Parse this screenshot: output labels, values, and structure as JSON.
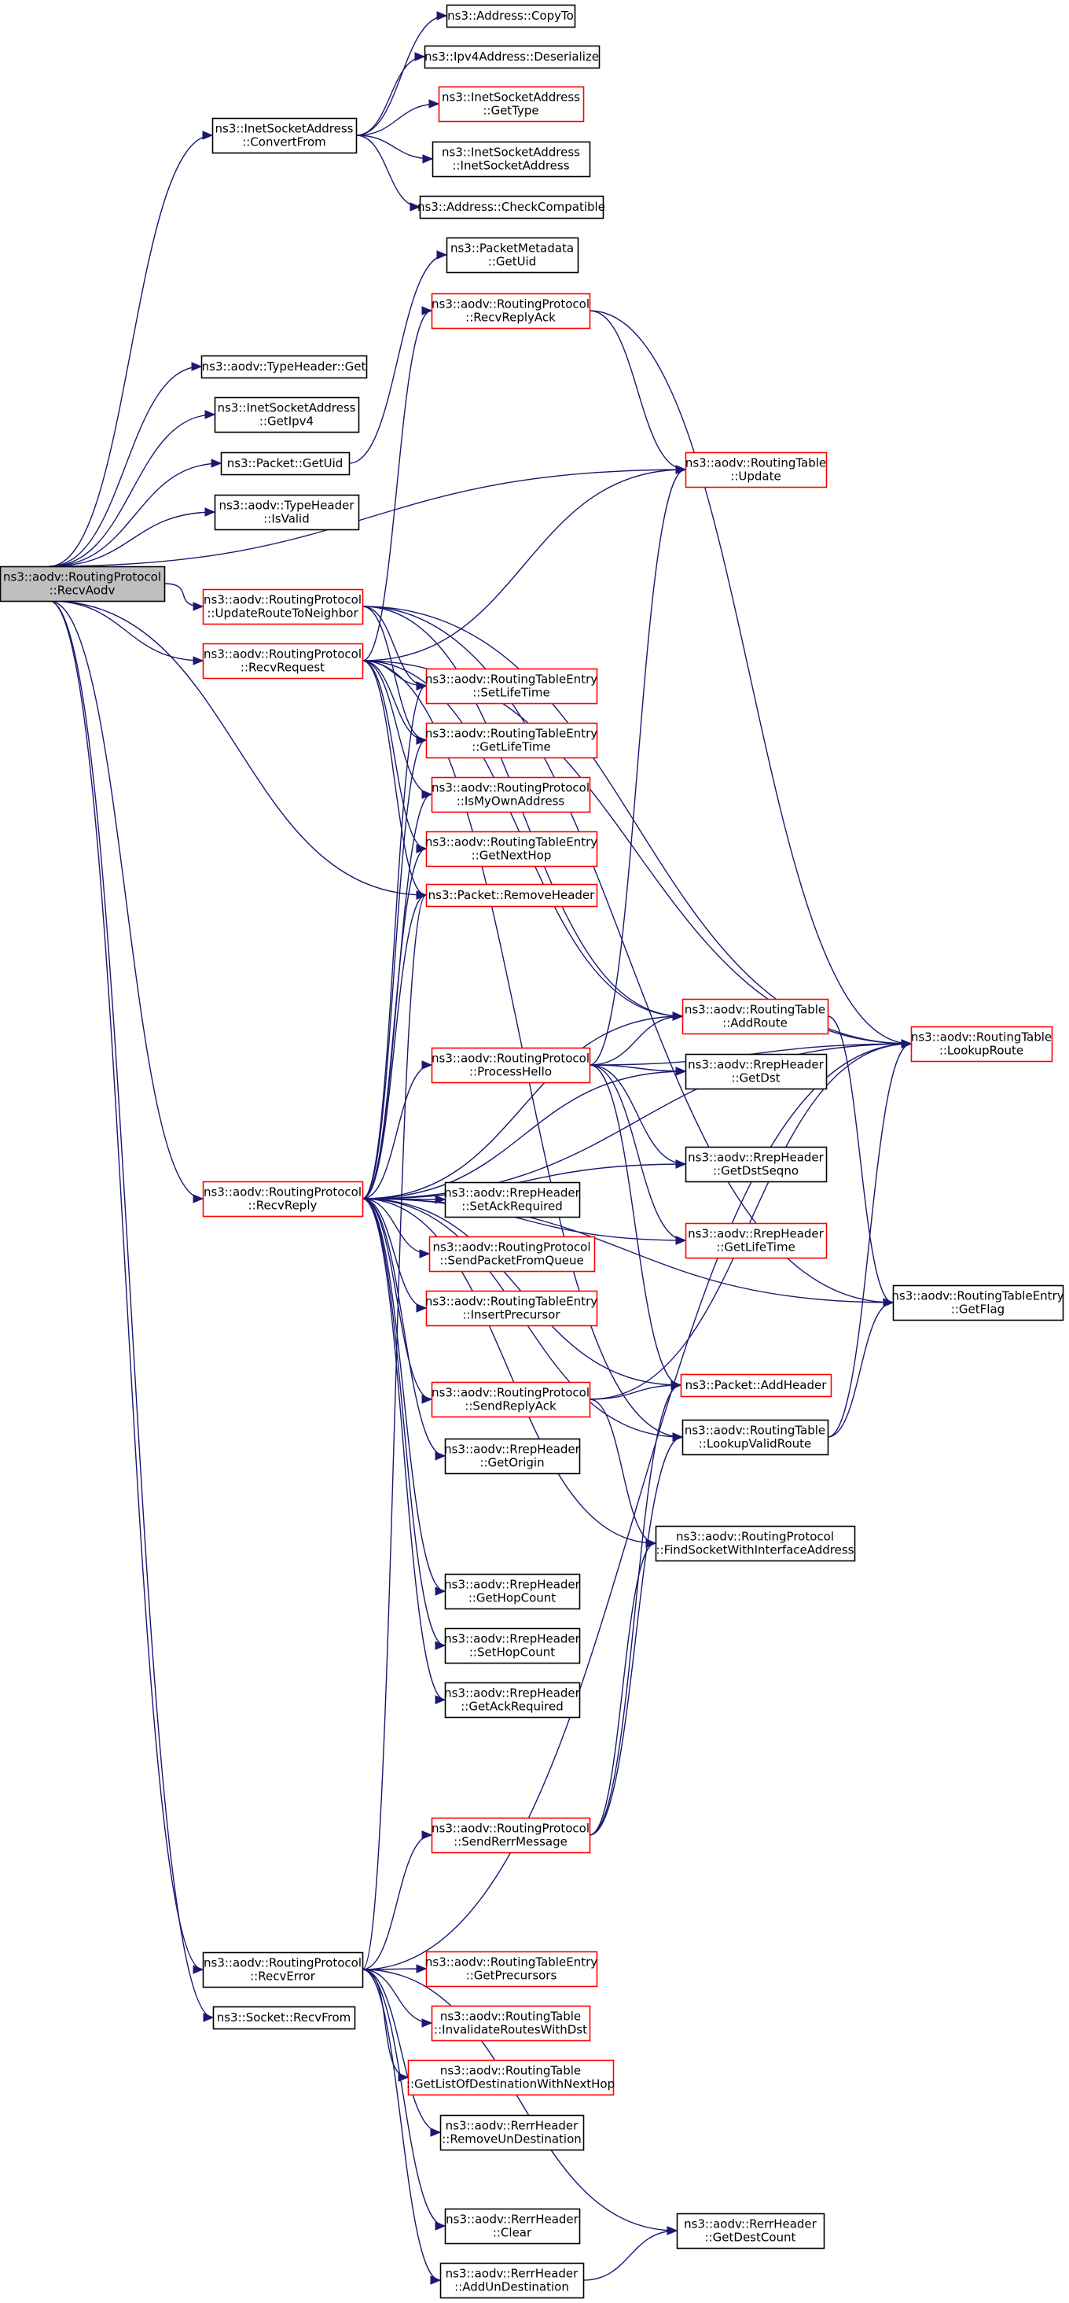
{
  "colors": {
    "edge": "#191970",
    "box_border": "#000000",
    "box_border_highlight": "#ff0000",
    "root_fill": "#bfbfbf",
    "background": "#ffffff"
  },
  "nodes": {
    "root": {
      "lines": [
        "ns3::aodv::RoutingProtocol",
        "::RecvAodv"
      ],
      "style": "root"
    },
    "convertfrom": {
      "lines": [
        "ns3::InetSocketAddress",
        "::ConvertFrom"
      ],
      "style": "black"
    },
    "copyto": {
      "lines": [
        "ns3::Address::CopyTo"
      ],
      "style": "black"
    },
    "deserialize": {
      "lines": [
        "ns3::Ipv4Address::Deserialize"
      ],
      "style": "black"
    },
    "gettype": {
      "lines": [
        "ns3::InetSocketAddress",
        "::GetType"
      ],
      "style": "red"
    },
    "inetsocketaddress": {
      "lines": [
        "ns3::InetSocketAddress",
        "::InetSocketAddress"
      ],
      "style": "black"
    },
    "checkcompatible": {
      "lines": [
        "ns3::Address::CheckCompatible"
      ],
      "style": "black"
    },
    "pm_getuid": {
      "lines": [
        "ns3::PacketMetadata",
        "::GetUid"
      ],
      "style": "black"
    },
    "recvreplyack": {
      "lines": [
        "ns3::aodv::RoutingProtocol",
        "::RecvReplyAck"
      ],
      "style": "red"
    },
    "typeheader_get": {
      "lines": [
        "ns3::aodv::TypeHeader::Get"
      ],
      "style": "black"
    },
    "getipv4": {
      "lines": [
        "ns3::InetSocketAddress",
        "::GetIpv4"
      ],
      "style": "black"
    },
    "packet_getuid": {
      "lines": [
        "ns3::Packet::GetUid"
      ],
      "style": "black"
    },
    "rt_update": {
      "lines": [
        "ns3::aodv::RoutingTable",
        "::Update"
      ],
      "style": "red"
    },
    "isvalid": {
      "lines": [
        "ns3::aodv::TypeHeader",
        "::IsValid"
      ],
      "style": "black"
    },
    "updateroute": {
      "lines": [
        "ns3::aodv::RoutingProtocol",
        "::UpdateRouteToNeighbor"
      ],
      "style": "red"
    },
    "recvrequest": {
      "lines": [
        "ns3::aodv::RoutingProtocol",
        "::RecvRequest"
      ],
      "style": "red"
    },
    "setlifetime": {
      "lines": [
        "ns3::aodv::RoutingTableEntry",
        "::SetLifeTime"
      ],
      "style": "red"
    },
    "rte_getlifetime": {
      "lines": [
        "ns3::aodv::RoutingTableEntry",
        "::GetLifeTime"
      ],
      "style": "red"
    },
    "ismyownaddress": {
      "lines": [
        "ns3::aodv::RoutingProtocol",
        "::IsMyOwnAddress"
      ],
      "style": "red"
    },
    "getnexthop": {
      "lines": [
        "ns3::aodv::RoutingTableEntry",
        "::GetNextHop"
      ],
      "style": "red"
    },
    "removeheader": {
      "lines": [
        "ns3::Packet::RemoveHeader"
      ],
      "style": "red"
    },
    "addroute": {
      "lines": [
        "ns3::aodv::RoutingTable",
        "::AddRoute"
      ],
      "style": "red"
    },
    "lookuproute": {
      "lines": [
        "ns3::aodv::RoutingTable",
        "::LookupRoute"
      ],
      "style": "red"
    },
    "processhello": {
      "lines": [
        "ns3::aodv::RoutingProtocol",
        "::ProcessHello"
      ],
      "style": "red"
    },
    "getdst": {
      "lines": [
        "ns3::aodv::RrepHeader",
        "::GetDst"
      ],
      "style": "black"
    },
    "getdstseqno": {
      "lines": [
        "ns3::aodv::RrepHeader",
        "::GetDstSeqno"
      ],
      "style": "black"
    },
    "recvreply": {
      "lines": [
        "ns3::aodv::RoutingProtocol",
        "::RecvReply"
      ],
      "style": "red"
    },
    "setackrequired": {
      "lines": [
        "ns3::aodv::RrepHeader",
        "::SetAckRequired"
      ],
      "style": "black"
    },
    "sendpacketfromqueue": {
      "lines": [
        "ns3::aodv::RoutingProtocol",
        "::SendPacketFromQueue"
      ],
      "style": "red"
    },
    "rrep_getlifetime": {
      "lines": [
        "ns3::aodv::RrepHeader",
        "::GetLifeTime"
      ],
      "style": "red"
    },
    "getflag": {
      "lines": [
        "ns3::aodv::RoutingTableEntry",
        "::GetFlag"
      ],
      "style": "black"
    },
    "insertprecursor": {
      "lines": [
        "ns3::aodv::RoutingTableEntry",
        "::InsertPrecursor"
      ],
      "style": "red"
    },
    "sendreplyack": {
      "lines": [
        "ns3::aodv::RoutingProtocol",
        "::SendReplyAck"
      ],
      "style": "red"
    },
    "addheader": {
      "lines": [
        "ns3::Packet::AddHeader"
      ],
      "style": "red"
    },
    "lookupvalidroute": {
      "lines": [
        "ns3::aodv::RoutingTable",
        "::LookupValidRoute"
      ],
      "style": "black"
    },
    "getorigin": {
      "lines": [
        "ns3::aodv::RrepHeader",
        "::GetOrigin"
      ],
      "style": "black"
    },
    "findsocket": {
      "lines": [
        "ns3::aodv::RoutingProtocol",
        "::FindSocketWithInterfaceAddress"
      ],
      "style": "black"
    },
    "gethopcount": {
      "lines": [
        "ns3::aodv::RrepHeader",
        "::GetHopCount"
      ],
      "style": "black"
    },
    "sethopcount": {
      "lines": [
        "ns3::aodv::RrepHeader",
        "::SetHopCount"
      ],
      "style": "black"
    },
    "getackrequired": {
      "lines": [
        "ns3::aodv::RrepHeader",
        "::GetAckRequired"
      ],
      "style": "black"
    },
    "sendrerrmessage": {
      "lines": [
        "ns3::aodv::RoutingProtocol",
        "::SendRerrMessage"
      ],
      "style": "red"
    },
    "recverror": {
      "lines": [
        "ns3::aodv::RoutingProtocol",
        "::RecvError"
      ],
      "style": "black"
    },
    "getprecursors": {
      "lines": [
        "ns3::aodv::RoutingTableEntry",
        "::GetPrecursors"
      ],
      "style": "red"
    },
    "socket_recvfrom": {
      "lines": [
        "ns3::Socket::RecvFrom"
      ],
      "style": "black"
    },
    "invalidateroutes": {
      "lines": [
        "ns3::aodv::RoutingTable",
        "::InvalidateRoutesWithDst"
      ],
      "style": "red"
    },
    "getlistofdest": {
      "lines": [
        "ns3::aodv::RoutingTable",
        "::GetListOfDestinationWithNextHop"
      ],
      "style": "red"
    },
    "removeundest": {
      "lines": [
        "ns3::aodv::RerrHeader",
        "::RemoveUnDestination"
      ],
      "style": "black"
    },
    "rerr_clear": {
      "lines": [
        "ns3::aodv::RerrHeader",
        "::Clear"
      ],
      "style": "black"
    },
    "getdestcount": {
      "lines": [
        "ns3::aodv::RerrHeader",
        "::GetDestCount"
      ],
      "style": "black"
    },
    "addundest": {
      "lines": [
        "ns3::aodv::RerrHeader",
        "::AddUnDestination"
      ],
      "style": "black"
    }
  },
  "edges": [
    [
      "root",
      "convertfrom"
    ],
    [
      "root",
      "typeheader_get"
    ],
    [
      "root",
      "getipv4"
    ],
    [
      "root",
      "packet_getuid"
    ],
    [
      "root",
      "isvalid"
    ],
    [
      "root",
      "updateroute"
    ],
    [
      "root",
      "recvrequest"
    ],
    [
      "root",
      "removeheader"
    ],
    [
      "root",
      "recvreply"
    ],
    [
      "root",
      "recverror"
    ],
    [
      "root",
      "socket_recvfrom"
    ],
    [
      "root",
      "rt_update"
    ],
    [
      "convertfrom",
      "copyto"
    ],
    [
      "convertfrom",
      "deserialize"
    ],
    [
      "convertfrom",
      "gettype"
    ],
    [
      "convertfrom",
      "inetsocketaddress"
    ],
    [
      "convertfrom",
      "checkcompatible"
    ],
    [
      "packet_getuid",
      "pm_getuid"
    ],
    [
      "recvreplyack",
      "rt_update"
    ],
    [
      "recvreplyack",
      "lookuproute"
    ],
    [
      "updateroute",
      "lookuproute"
    ],
    [
      "updateroute",
      "setlifetime"
    ],
    [
      "updateroute",
      "rte_getlifetime"
    ],
    [
      "updateroute",
      "getflag"
    ],
    [
      "updateroute",
      "addroute"
    ],
    [
      "recvrequest",
      "recvreplyack"
    ],
    [
      "recvrequest",
      "rt_update"
    ],
    [
      "recvrequest",
      "setlifetime"
    ],
    [
      "recvrequest",
      "rte_getlifetime"
    ],
    [
      "recvrequest",
      "ismyownaddress"
    ],
    [
      "recvrequest",
      "getnexthop"
    ],
    [
      "recvrequest",
      "removeheader"
    ],
    [
      "recvrequest",
      "lookuproute"
    ],
    [
      "recvrequest",
      "addroute"
    ],
    [
      "recvrequest",
      "lookupvalidroute"
    ],
    [
      "processhello",
      "rt_update"
    ],
    [
      "processhello",
      "addroute"
    ],
    [
      "processhello",
      "getdst"
    ],
    [
      "processhello",
      "getdstseqno"
    ],
    [
      "processhello",
      "rrep_getlifetime"
    ],
    [
      "processhello",
      "lookuproute"
    ],
    [
      "processhello",
      "addheader"
    ],
    [
      "addroute",
      "getflag"
    ],
    [
      "recvreply",
      "processhello"
    ],
    [
      "recvreply",
      "setlifetime"
    ],
    [
      "recvreply",
      "rte_getlifetime"
    ],
    [
      "recvreply",
      "ismyownaddress"
    ],
    [
      "recvreply",
      "getnexthop"
    ],
    [
      "recvreply",
      "removeheader"
    ],
    [
      "recvreply",
      "addroute"
    ],
    [
      "recvreply",
      "lookuproute"
    ],
    [
      "recvreply",
      "getdst"
    ],
    [
      "recvreply",
      "getdstseqno"
    ],
    [
      "recvreply",
      "setackrequired"
    ],
    [
      "recvreply",
      "sendpacketfromqueue"
    ],
    [
      "recvreply",
      "rrep_getlifetime"
    ],
    [
      "recvreply",
      "insertprecursor"
    ],
    [
      "recvreply",
      "sendreplyack"
    ],
    [
      "recvreply",
      "getorigin"
    ],
    [
      "recvreply",
      "findsocket"
    ],
    [
      "recvreply",
      "gethopcount"
    ],
    [
      "recvreply",
      "sethopcount"
    ],
    [
      "recvreply",
      "getackrequired"
    ],
    [
      "recvreply",
      "addheader"
    ],
    [
      "recvreply",
      "getflag"
    ],
    [
      "recvreply",
      "lookupvalidroute"
    ],
    [
      "sendreplyack",
      "addheader"
    ],
    [
      "sendreplyack",
      "lookuproute"
    ],
    [
      "sendreplyack",
      "findsocket"
    ],
    [
      "lookupvalidroute",
      "lookuproute"
    ],
    [
      "lookupvalidroute",
      "getflag"
    ],
    [
      "sendrerrmessage",
      "addheader"
    ],
    [
      "sendrerrmessage",
      "lookupvalidroute"
    ],
    [
      "sendrerrmessage",
      "findsocket"
    ],
    [
      "recverror",
      "removeheader"
    ],
    [
      "recverror",
      "sendrerrmessage"
    ],
    [
      "recverror",
      "getprecursors"
    ],
    [
      "recverror",
      "invalidateroutes"
    ],
    [
      "recverror",
      "getlistofdest"
    ],
    [
      "recverror",
      "removeundest"
    ],
    [
      "recverror",
      "rerr_clear"
    ],
    [
      "recverror",
      "getdestcount"
    ],
    [
      "recverror",
      "addundest"
    ],
    [
      "recverror",
      "lookuproute"
    ],
    [
      "addundest",
      "getdestcount"
    ]
  ]
}
